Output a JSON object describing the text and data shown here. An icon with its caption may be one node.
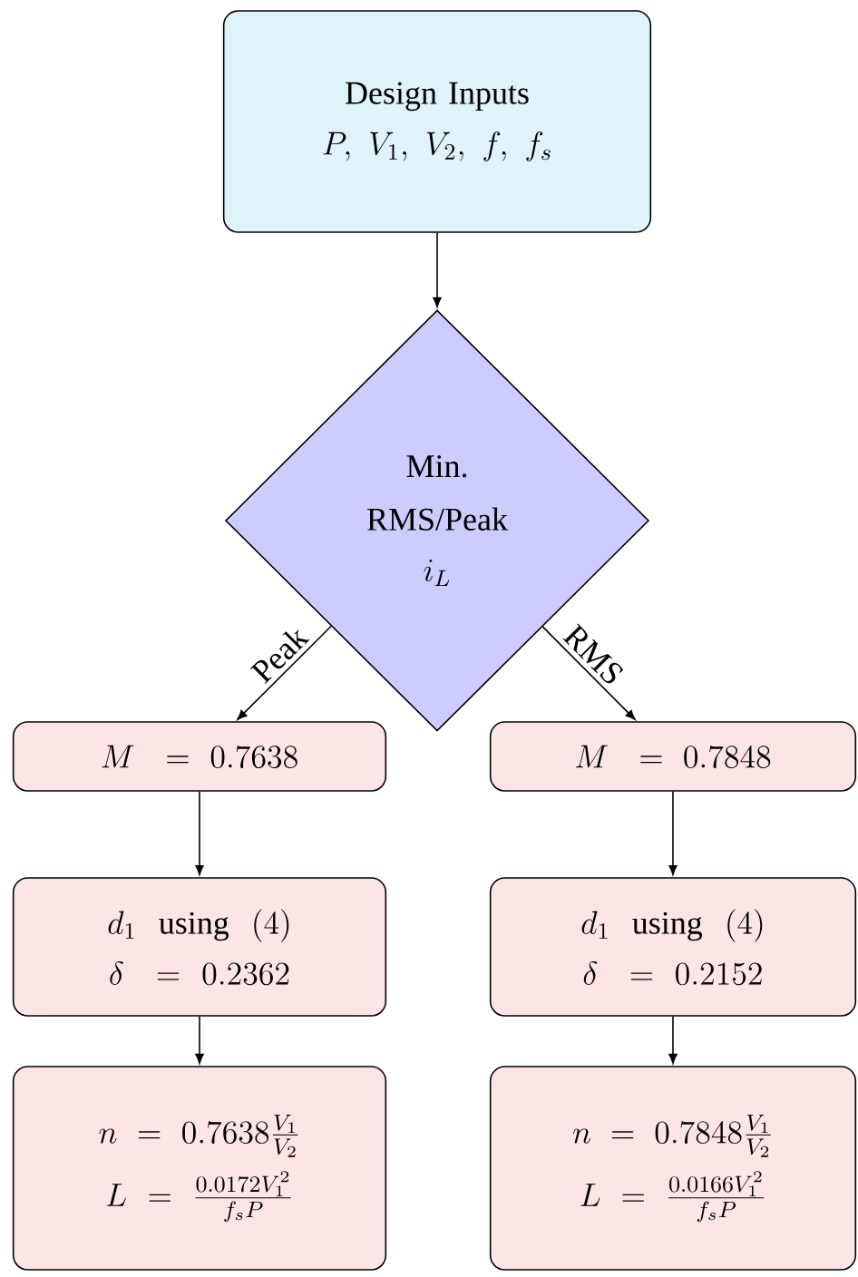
{
  "diagram": {
    "nodes": [
      {
        "text": [
          "Design Inputs",
          "P,\\ V_1,\\ V_2,\\ f,\\ f_s"
        ]
      },
      {
        "text": [
          "Min. RMS/Peak",
          "i_L"
        ]
      },
      {
        "text": [
          "M\\ = 0.7638"
        ]
      },
      {
        "text": [
          "M\\ = 0.7848"
        ]
      },
      {
        "text": [
          "d_1\\ \\ \\mathrm{using}\\ \\ (4)",
          "\\delta\\ = 0.2362"
        ]
      },
      {
        "text": [
          "d_1\\ \\ \\mathrm{using}\\ \\ (4)",
          "\\delta\\ = 0.2152"
        ]
      },
      {
        "text": [
          "n = 0.7638\\frac{V_1}{V_2}",
          "L = \\frac{0.0172V_1^2}{f_sP}"
        ]
      },
      {
        "text": [
          "n = 0.7848\\frac{V_1}{V_2}",
          "L = \\frac{0.0166V_1^2}{f_sP}"
        ]
      }
    ],
    "edges": [
      {
        "from": 0,
        "to": 1,
        "arrow": "to"
      },
      {
        "from": 1,
        "to": 2,
        "arrow": "to",
        "label": "Peak"
      },
      {
        "from": 1,
        "to": 3,
        "arrow": "to",
        "label": "RMS"
      },
      {
        "from": 2,
        "to": 4,
        "arrow": "to"
      },
      {
        "from": 3,
        "to": 5,
        "arrow": "to"
      },
      {
        "from": 4,
        "to": 6,
        "arrow": "to"
      },
      {
        "from": 5,
        "to": 7,
        "arrow": "to"
      }
    ]
  }
}
